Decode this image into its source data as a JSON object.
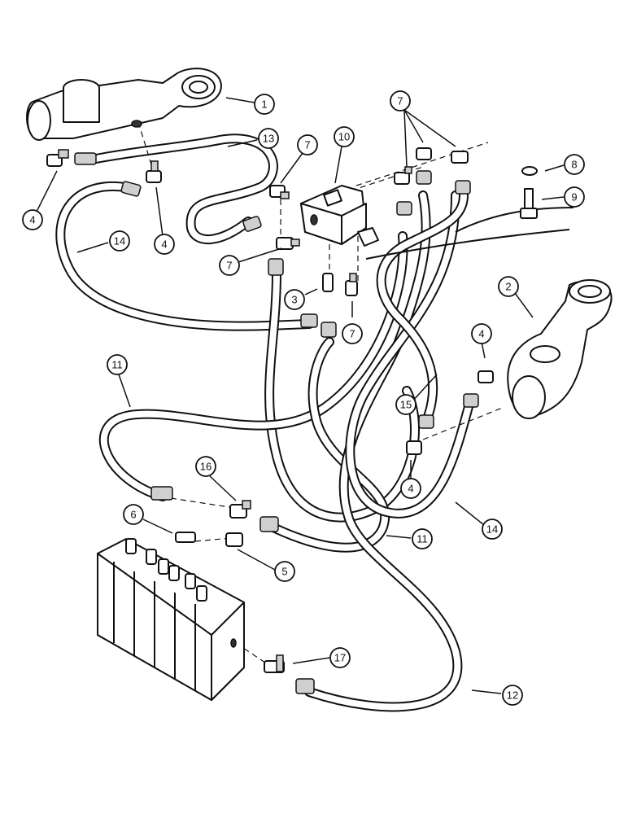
{
  "diagram": {
    "callouts": [
      {
        "id": "c1",
        "label": "1"
      },
      {
        "id": "c2",
        "label": "2"
      },
      {
        "id": "c3",
        "label": "3"
      },
      {
        "id": "c4a",
        "label": "4"
      },
      {
        "id": "c4b",
        "label": "4"
      },
      {
        "id": "c4c",
        "label": "4"
      },
      {
        "id": "c4d",
        "label": "4"
      },
      {
        "id": "c5",
        "label": "5"
      },
      {
        "id": "c6",
        "label": "6"
      },
      {
        "id": "c7a",
        "label": "7"
      },
      {
        "id": "c7b",
        "label": "7"
      },
      {
        "id": "c7c",
        "label": "7"
      },
      {
        "id": "c7d",
        "label": "7"
      },
      {
        "id": "c8",
        "label": "8"
      },
      {
        "id": "c9",
        "label": "9"
      },
      {
        "id": "c10",
        "label": "10"
      },
      {
        "id": "c11a",
        "label": "11"
      },
      {
        "id": "c11b",
        "label": "11"
      },
      {
        "id": "c12",
        "label": "12"
      },
      {
        "id": "c13",
        "label": "13"
      },
      {
        "id": "c14a",
        "label": "14"
      },
      {
        "id": "c14b",
        "label": "14"
      },
      {
        "id": "c15",
        "label": "15"
      },
      {
        "id": "c16",
        "label": "16"
      },
      {
        "id": "c17",
        "label": "17"
      }
    ]
  }
}
